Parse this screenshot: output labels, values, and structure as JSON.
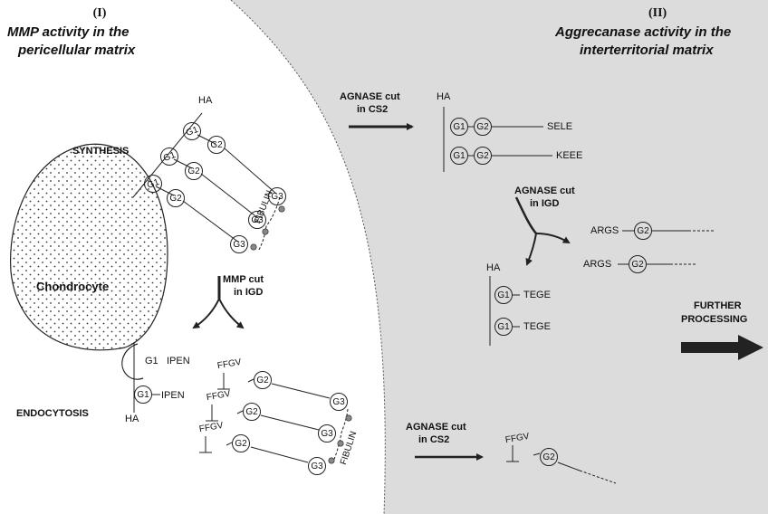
{
  "panel_left": {
    "numeral": "(I)",
    "title_line1": "MMP activity in the",
    "title_line2": "pericellular matrix"
  },
  "panel_right": {
    "numeral": "(II)",
    "title_line1": "Aggrecanase activity in the",
    "title_line2": "interterritorial matrix"
  },
  "labels": {
    "synthesis": "SYNTHESIS",
    "chondrocyte": "Chondrocyte",
    "endocytosis": "ENDOCYTOSIS",
    "ha": "HA",
    "fibulin": "FIBULIN",
    "mmp_cut_1": "MMP cut",
    "mmp_cut_2": "in IGD",
    "ipen": "IPEN",
    "ffgv": "FFGV",
    "g1": "G1",
    "g2": "G2",
    "g3": "G3",
    "agnase_cs2_1": "AGNASE cut",
    "agnase_cs2_2": "in CS2",
    "agnase_igd_1": "AGNASE cut",
    "agnase_igd_2": "in IGD",
    "sele": "SELE",
    "keee": "KEEE",
    "args": "ARGS",
    "tege": "TEGE",
    "further_1": "FURTHER",
    "further_2": "PROCESSING"
  },
  "colors": {
    "right_panel_bg": "#dcdcdc",
    "ink": "#222222",
    "bead": "#888888"
  }
}
